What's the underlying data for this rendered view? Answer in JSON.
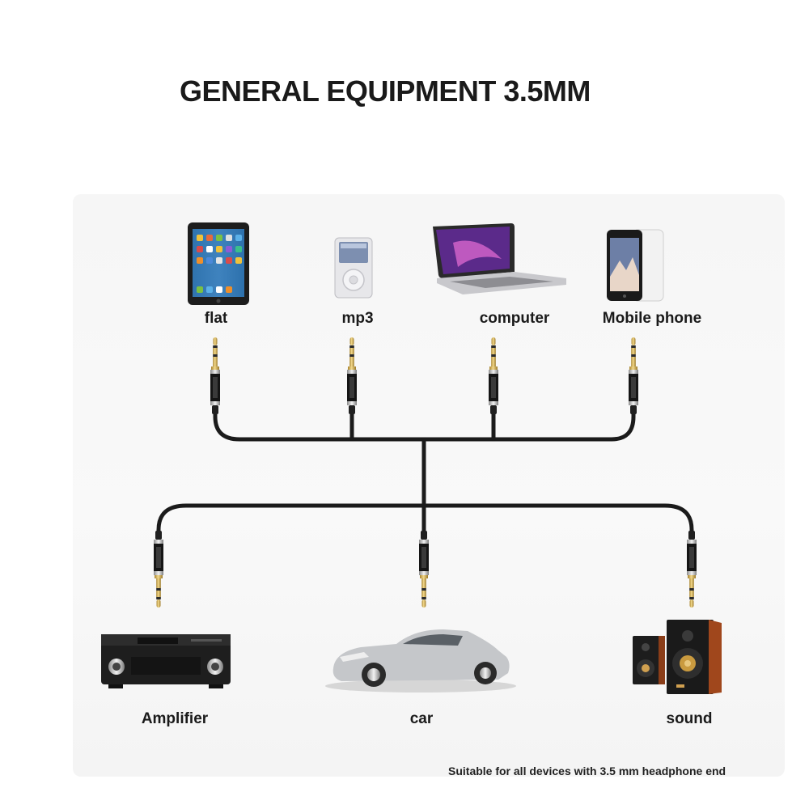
{
  "title": "GENERAL EQUIPMENT 3.5MM",
  "top_devices": [
    {
      "label": "flat",
      "icon": "tablet-icon"
    },
    {
      "label": "mp3",
      "icon": "mp3-player-icon"
    },
    {
      "label": "computer",
      "icon": "laptop-icon"
    },
    {
      "label": "Mobile phone",
      "icon": "smartphone-icon"
    }
  ],
  "bottom_devices": [
    {
      "label": "Amplifier",
      "icon": "amplifier-icon"
    },
    {
      "label": "car",
      "icon": "car-icon"
    },
    {
      "label": "sound",
      "icon": "speakers-icon"
    }
  ],
  "footnote": "Suitable for all devices with 3.5 mm headphone end",
  "colors": {
    "cable": "#1b1b1b",
    "plug_gold": "#d8b45c",
    "connector_silver": "#c9c9c9"
  }
}
